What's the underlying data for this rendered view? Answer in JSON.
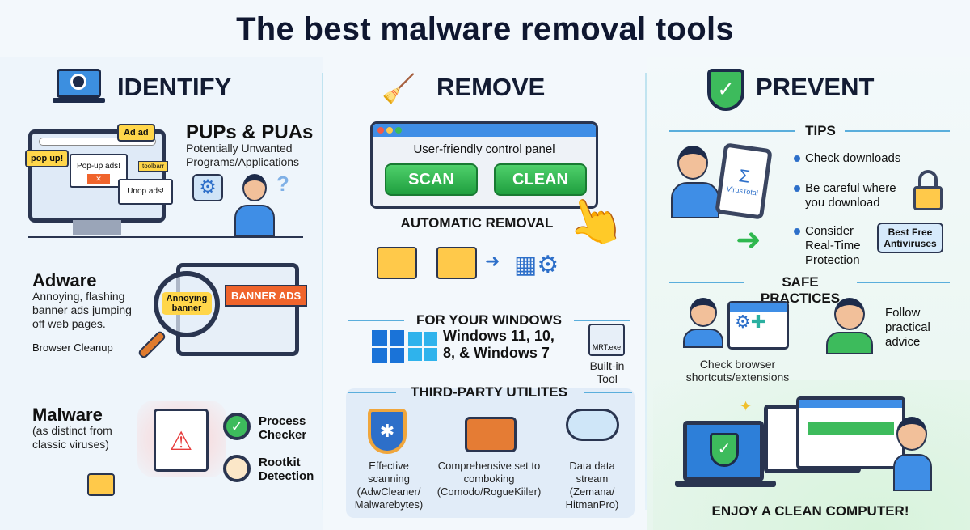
{
  "title": "The best malware removal tools",
  "identify": {
    "header": "IDENTIFY",
    "pups": {
      "title": "PUPs & PUAs",
      "subtitle": "Potentially Unwanted Programs/Applications",
      "popups": [
        "Ad ad",
        "pop up!",
        "Pop-up ads!",
        "toolbarr",
        "Unop ads!"
      ]
    },
    "adware": {
      "title": "Adware",
      "desc": "Annoying, flashing banner ads jumping off web pages.",
      "cleanup": "Browser Cleanup",
      "magnifier_label": "Annoying banner",
      "banner": "BANNER ADS"
    },
    "malware": {
      "title": "Malware",
      "desc": "(as distinct from classic viruses)",
      "process": "Process Checker",
      "rootkit": "Rootkit Detection"
    }
  },
  "remove": {
    "header": "REMOVE",
    "panel_title": "User-friendly control panel",
    "scan_label": "SCAN",
    "clean_label": "CLEAN",
    "auto": "AUTOMATIC REMOVAL",
    "windows_heading": "FOR YOUR WINDOWS",
    "windows_versions": "Windows 11, 10, 8, & Windows 7",
    "mrt": "MRT.exe",
    "builtin": "Built-in Tool",
    "third_party_heading": "THIRD-PARTY UTILITES",
    "utilities": [
      {
        "label": "Effective scanning",
        "tools": "(AdwCleaner/ Malwarebytes)"
      },
      {
        "label": "Comprehensive set to comboking",
        "tools": "(Comodo/RogueKiiler)"
      },
      {
        "label": "Data data stream",
        "tools": "(Zemana/ HitmanPro)"
      }
    ]
  },
  "prevent": {
    "header": "PREVENT",
    "tips_heading": "TIPS",
    "virustotal": "VirusTotal",
    "tips": [
      "Check downloads",
      "Be careful where you download",
      "Consider Real-Time Protection"
    ],
    "antivirus_bubble": "Best Free Antiviruses",
    "safe_heading": "SAFE PRACTICES",
    "check_browser": "Check browser shortcuts/extensions",
    "follow": "Follow practical advice",
    "footer": "ENJOY A CLEAN COMPUTER!"
  },
  "colors": {
    "accent_blue": "#2d6fc9",
    "green": "#27a844",
    "orange": "#f0642c",
    "title": "#0f1730"
  }
}
